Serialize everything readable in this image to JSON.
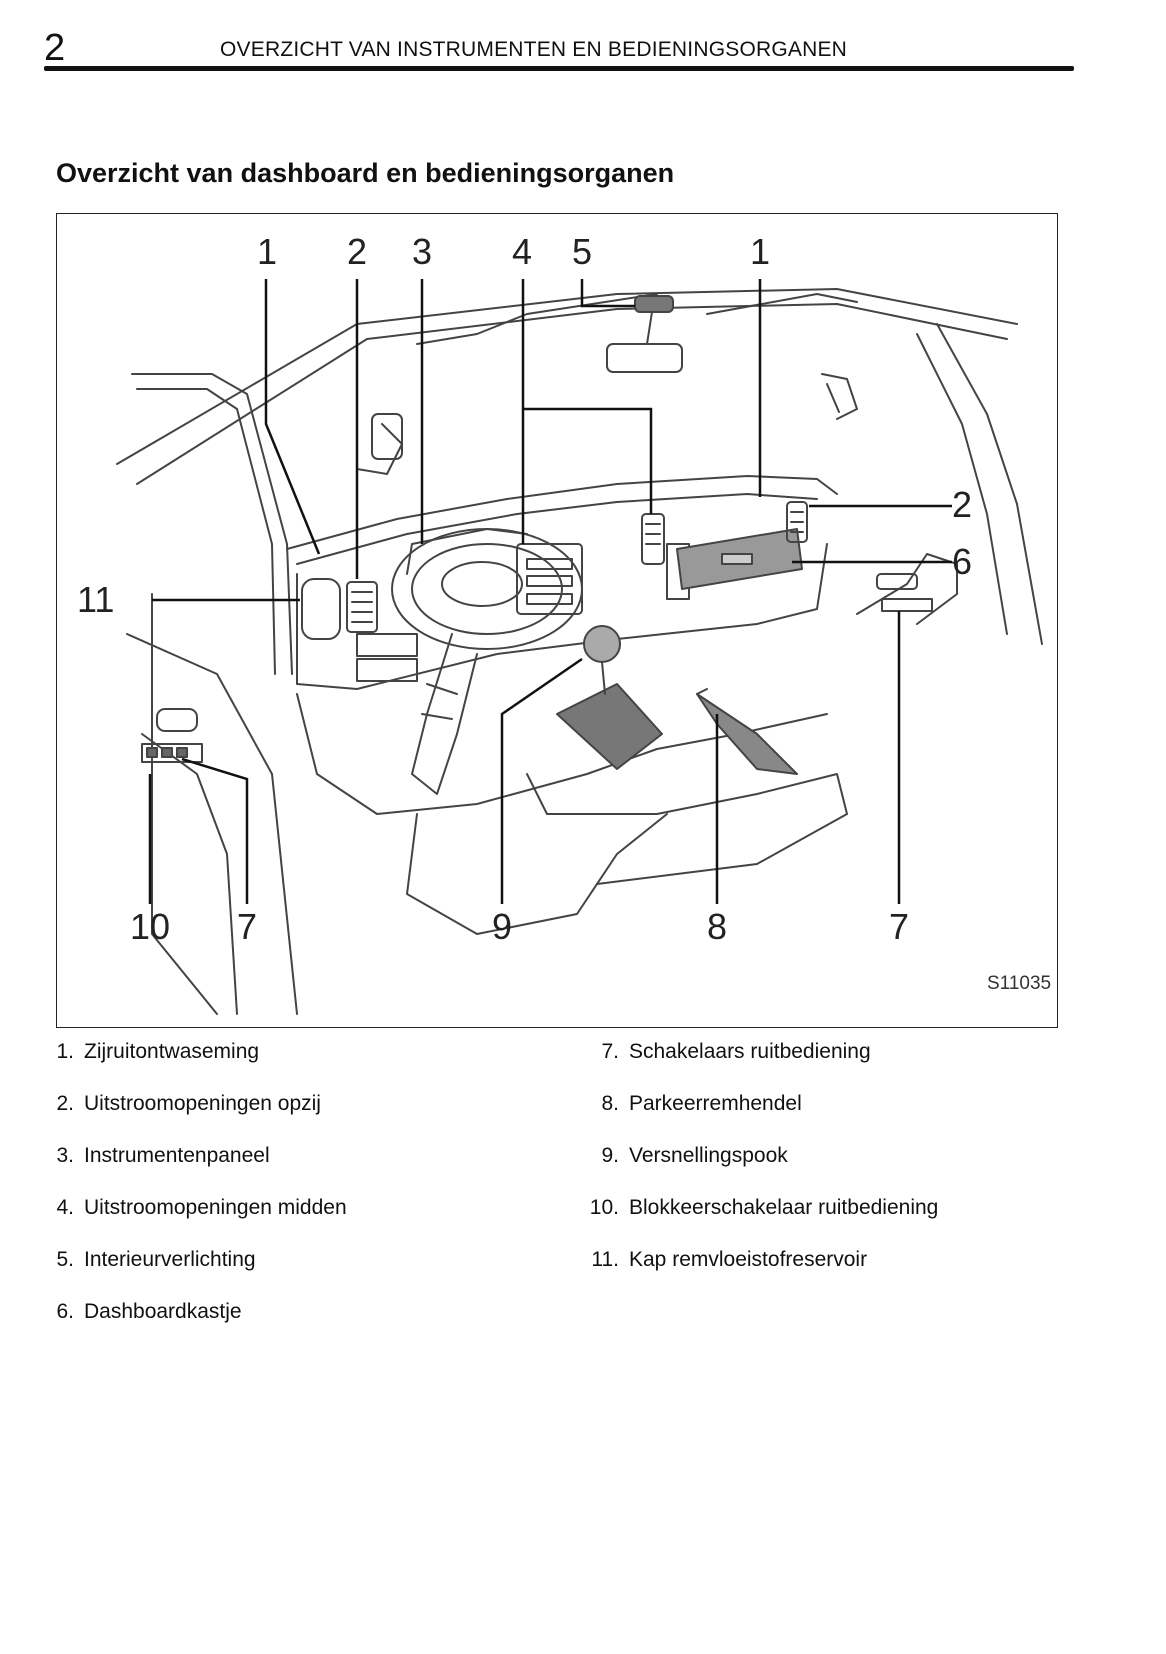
{
  "header": {
    "page_number": "2",
    "running_title": "OVERZICHT VAN INSTRUMENTEN EN BEDIENINGSORGANEN"
  },
  "section_title": "Overzicht van dashboard en bedieningsorganen",
  "figure": {
    "code": "S11035",
    "callouts": [
      "1",
      "2",
      "3",
      "4",
      "5",
      "1",
      "2",
      "6",
      "11",
      "10",
      "7",
      "9",
      "8",
      "7"
    ]
  },
  "legend": {
    "left": [
      {
        "num": "1.",
        "label": "Zijruitontwaseming"
      },
      {
        "num": "2.",
        "label": "Uitstroomopeningen opzij"
      },
      {
        "num": "3.",
        "label": "Instrumentenpaneel"
      },
      {
        "num": "4.",
        "label": "Uitstroomopeningen midden"
      },
      {
        "num": "5.",
        "label": "Interieurverlichting"
      },
      {
        "num": "6.",
        "label": "Dashboardkastje"
      }
    ],
    "right": [
      {
        "num": "7.",
        "label": "Schakelaars ruitbediening"
      },
      {
        "num": "8.",
        "label": "Parkeerremhendel"
      },
      {
        "num": "9.",
        "label": "Versnellingspook"
      },
      {
        "num": "10.",
        "label": "Blokkeerschakelaar ruitbediening"
      },
      {
        "num": "11.",
        "label": "Kap remvloeistofreservoir"
      }
    ]
  }
}
